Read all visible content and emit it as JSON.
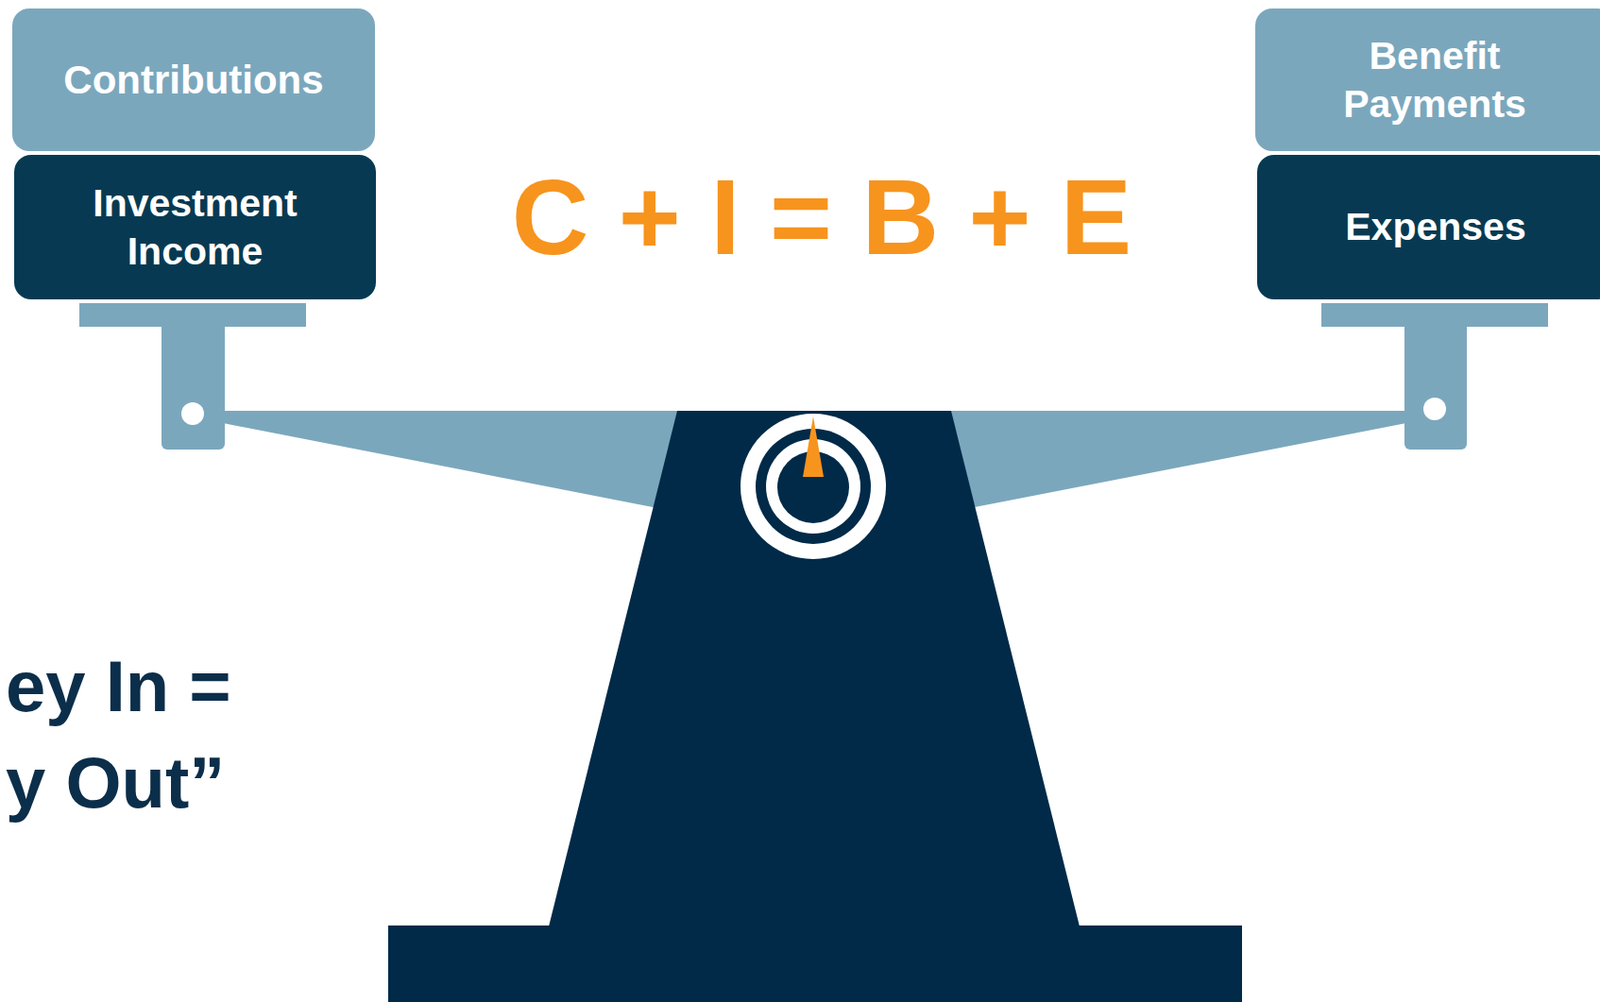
{
  "diagram": {
    "nodes": [
      {
        "text": [
          "Contributions"
        ]
      },
      {
        "text": [
          "Investment Income"
        ]
      },
      {
        "text": [
          "Benefit Payments"
        ]
      },
      {
        "text": [
          "Expenses"
        ]
      }
    ],
    "labels": [
      "C + I = B + E",
      "ey In =",
      "y Out”"
    ]
  }
}
